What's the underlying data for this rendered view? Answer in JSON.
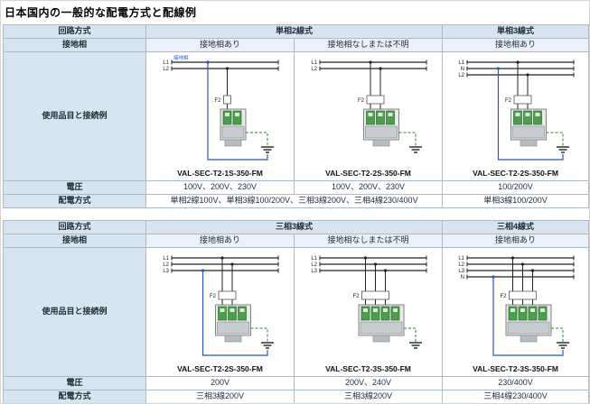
{
  "page": {
    "title": "日本国内の一般的な配電方式と配線例"
  },
  "labels": {
    "circuit": "回路方式",
    "ground": "接地相",
    "usage": "使用品目と接続例",
    "voltage": "電圧",
    "distribution": "配電方式",
    "fuse": "F2"
  },
  "colors": {
    "header_bg": "#d9e4f1",
    "border": "#a9bac9",
    "device_green": "#4d9e4c",
    "device_body": "#c7ccd1",
    "wire_blue": "#2b55c0",
    "ground_green": "#2e7d32",
    "wire_black": "#222222"
  },
  "tables": [
    {
      "groups": [
        "単相2線式",
        "単相3線式"
      ],
      "ground_values": [
        "接地相あり",
        "接地相なしまたは不明",
        "接地相あり"
      ],
      "cells": [
        {
          "product": "VAL-SEC-T2-1S-350-FM",
          "lines": [
            "L1",
            "L2"
          ],
          "modules": 1,
          "grounded_line": 0,
          "note": "接地相"
        },
        {
          "product": "VAL-SEC-T2-2S-350-FM",
          "lines": [
            "L1",
            "L2"
          ],
          "modules": 2,
          "grounded_line": -1,
          "note": ""
        },
        {
          "product": "VAL-SEC-T2-2S-350-FM",
          "lines": [
            "L1",
            "N",
            "L2"
          ],
          "modules": 2,
          "grounded_line": 1,
          "note": ""
        }
      ],
      "voltage_values": [
        "100V、200V、230V",
        "100V、200V、230V",
        "100/200V"
      ],
      "distribution_values": [
        "単相2線100V、単相3線100/200V、三相3線200V、三相4線230/400V",
        "単相3線100/200V"
      ]
    },
    {
      "groups": [
        "三相3線式",
        "三相4線式"
      ],
      "ground_values": [
        "接地相あり",
        "接地相なしまたは不明",
        "接地相あり"
      ],
      "cells": [
        {
          "product": "VAL-SEC-T2-2S-350-FM",
          "lines": [
            "L1",
            "L2",
            "L3"
          ],
          "modules": 2,
          "grounded_line": 2,
          "note": ""
        },
        {
          "product": "VAL-SEC-T2-3S-350-FM",
          "lines": [
            "L1",
            "L2",
            "L3"
          ],
          "modules": 3,
          "grounded_line": -1,
          "note": ""
        },
        {
          "product": "VAL-SEC-T2-3S-350-FM",
          "lines": [
            "L1",
            "L2",
            "L3",
            "N"
          ],
          "modules": 3,
          "grounded_line": 3,
          "note": ""
        }
      ],
      "voltage_values": [
        "200V",
        "200V、240V",
        "230/400V"
      ],
      "distribution_values": [
        "三相3線200V",
        "三相3線200V",
        "三相4線230/400V"
      ]
    }
  ]
}
